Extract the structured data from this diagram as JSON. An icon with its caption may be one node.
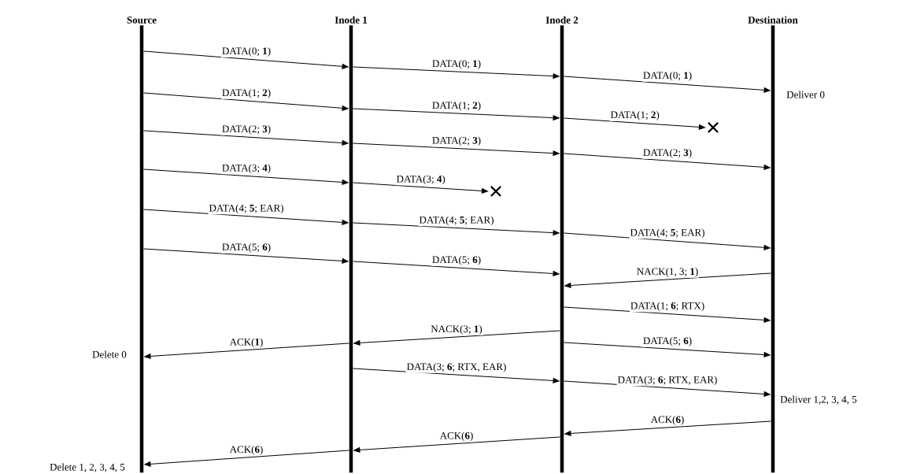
{
  "diagram": {
    "nodes": [
      {
        "text": [
          "Source"
        ]
      },
      {
        "text": [
          "Inode 1"
        ]
      },
      {
        "text": [
          "Inode 2"
        ]
      },
      {
        "text": [
          "Destination"
        ]
      },
      {
        "text": [],
        "shape": "cross"
      },
      {
        "text": [],
        "shape": "cross"
      }
    ],
    "edges": [
      {
        "from": 0,
        "to": 1,
        "arrow": "to",
        "label": "DATA(0; **1**)"
      },
      {
        "from": 1,
        "to": 2,
        "arrow": "to",
        "label": "DATA(0; **1**)"
      },
      {
        "from": 2,
        "to": 3,
        "arrow": "to",
        "label": "DATA(0; **1**)"
      },
      {
        "from": 0,
        "to": 1,
        "arrow": "to",
        "label": "DATA(1; **2**)"
      },
      {
        "from": 1,
        "to": 2,
        "arrow": "to",
        "label": "DATA(1; **2**)"
      },
      {
        "from": 2,
        "to": 5,
        "arrow": "to",
        "label": "DATA(1; **2**)"
      },
      {
        "from": 0,
        "to": 1,
        "arrow": "to",
        "label": "DATA(2; **3**)"
      },
      {
        "from": 1,
        "to": 2,
        "arrow": "to",
        "label": "DATA(2; **3**)"
      },
      {
        "from": 2,
        "to": 3,
        "arrow": "to",
        "label": "DATA(2; **3**)"
      },
      {
        "from": 0,
        "to": 1,
        "arrow": "to",
        "label": "DATA(3; **4**)"
      },
      {
        "from": 1,
        "to": 4,
        "arrow": "to",
        "label": "DATA(3; **4**)"
      },
      {
        "from": 0,
        "to": 1,
        "arrow": "to",
        "label": "DATA(4; **5**; EAR)"
      },
      {
        "from": 1,
        "to": 2,
        "arrow": "to",
        "label": "DATA(4; **5**; EAR)"
      },
      {
        "from": 2,
        "to": 3,
        "arrow": "to",
        "label": "DATA(4; **5**; EAR)"
      },
      {
        "from": 0,
        "to": 1,
        "arrow": "to",
        "label": "DATA(5; **6**)"
      },
      {
        "from": 1,
        "to": 2,
        "arrow": "to",
        "label": "DATA(5; **6**)"
      },
      {
        "from": 3,
        "to": 2,
        "arrow": "to",
        "label": "NACK(1, 3; **1**)"
      },
      {
        "from": 2,
        "to": 3,
        "arrow": "to",
        "label": "DATA(1; **6**; RTX)"
      },
      {
        "from": 2,
        "to": 1,
        "arrow": "to",
        "label": "NACK(3; **1**)"
      },
      {
        "from": 1,
        "to": 0,
        "arrow": "to",
        "label": "ACK(**1**)"
      },
      {
        "from": 2,
        "to": 3,
        "arrow": "to",
        "label": "DATA(5; **6**)"
      },
      {
        "from": 1,
        "to": 2,
        "arrow": "to",
        "label": "DATA(3; **6**; RTX, EAR)"
      },
      {
        "from": 2,
        "to": 3,
        "arrow": "to",
        "label": "DATA(3; **6**; RTX, EAR)"
      },
      {
        "from": 3,
        "to": 2,
        "arrow": "to",
        "label": "ACK(**6**)"
      },
      {
        "from": 2,
        "to": 1,
        "arrow": "to",
        "label": "ACK(**6**)"
      },
      {
        "from": 1,
        "to": 0,
        "arrow": "to",
        "label": "ACK(**6**)"
      }
    ],
    "labels": [
      "Deliver 0",
      "Delete 0",
      "Deliver 1,2, 3, 4, 5",
      "Delete 1, 2, 3, 4, 5"
    ]
  }
}
